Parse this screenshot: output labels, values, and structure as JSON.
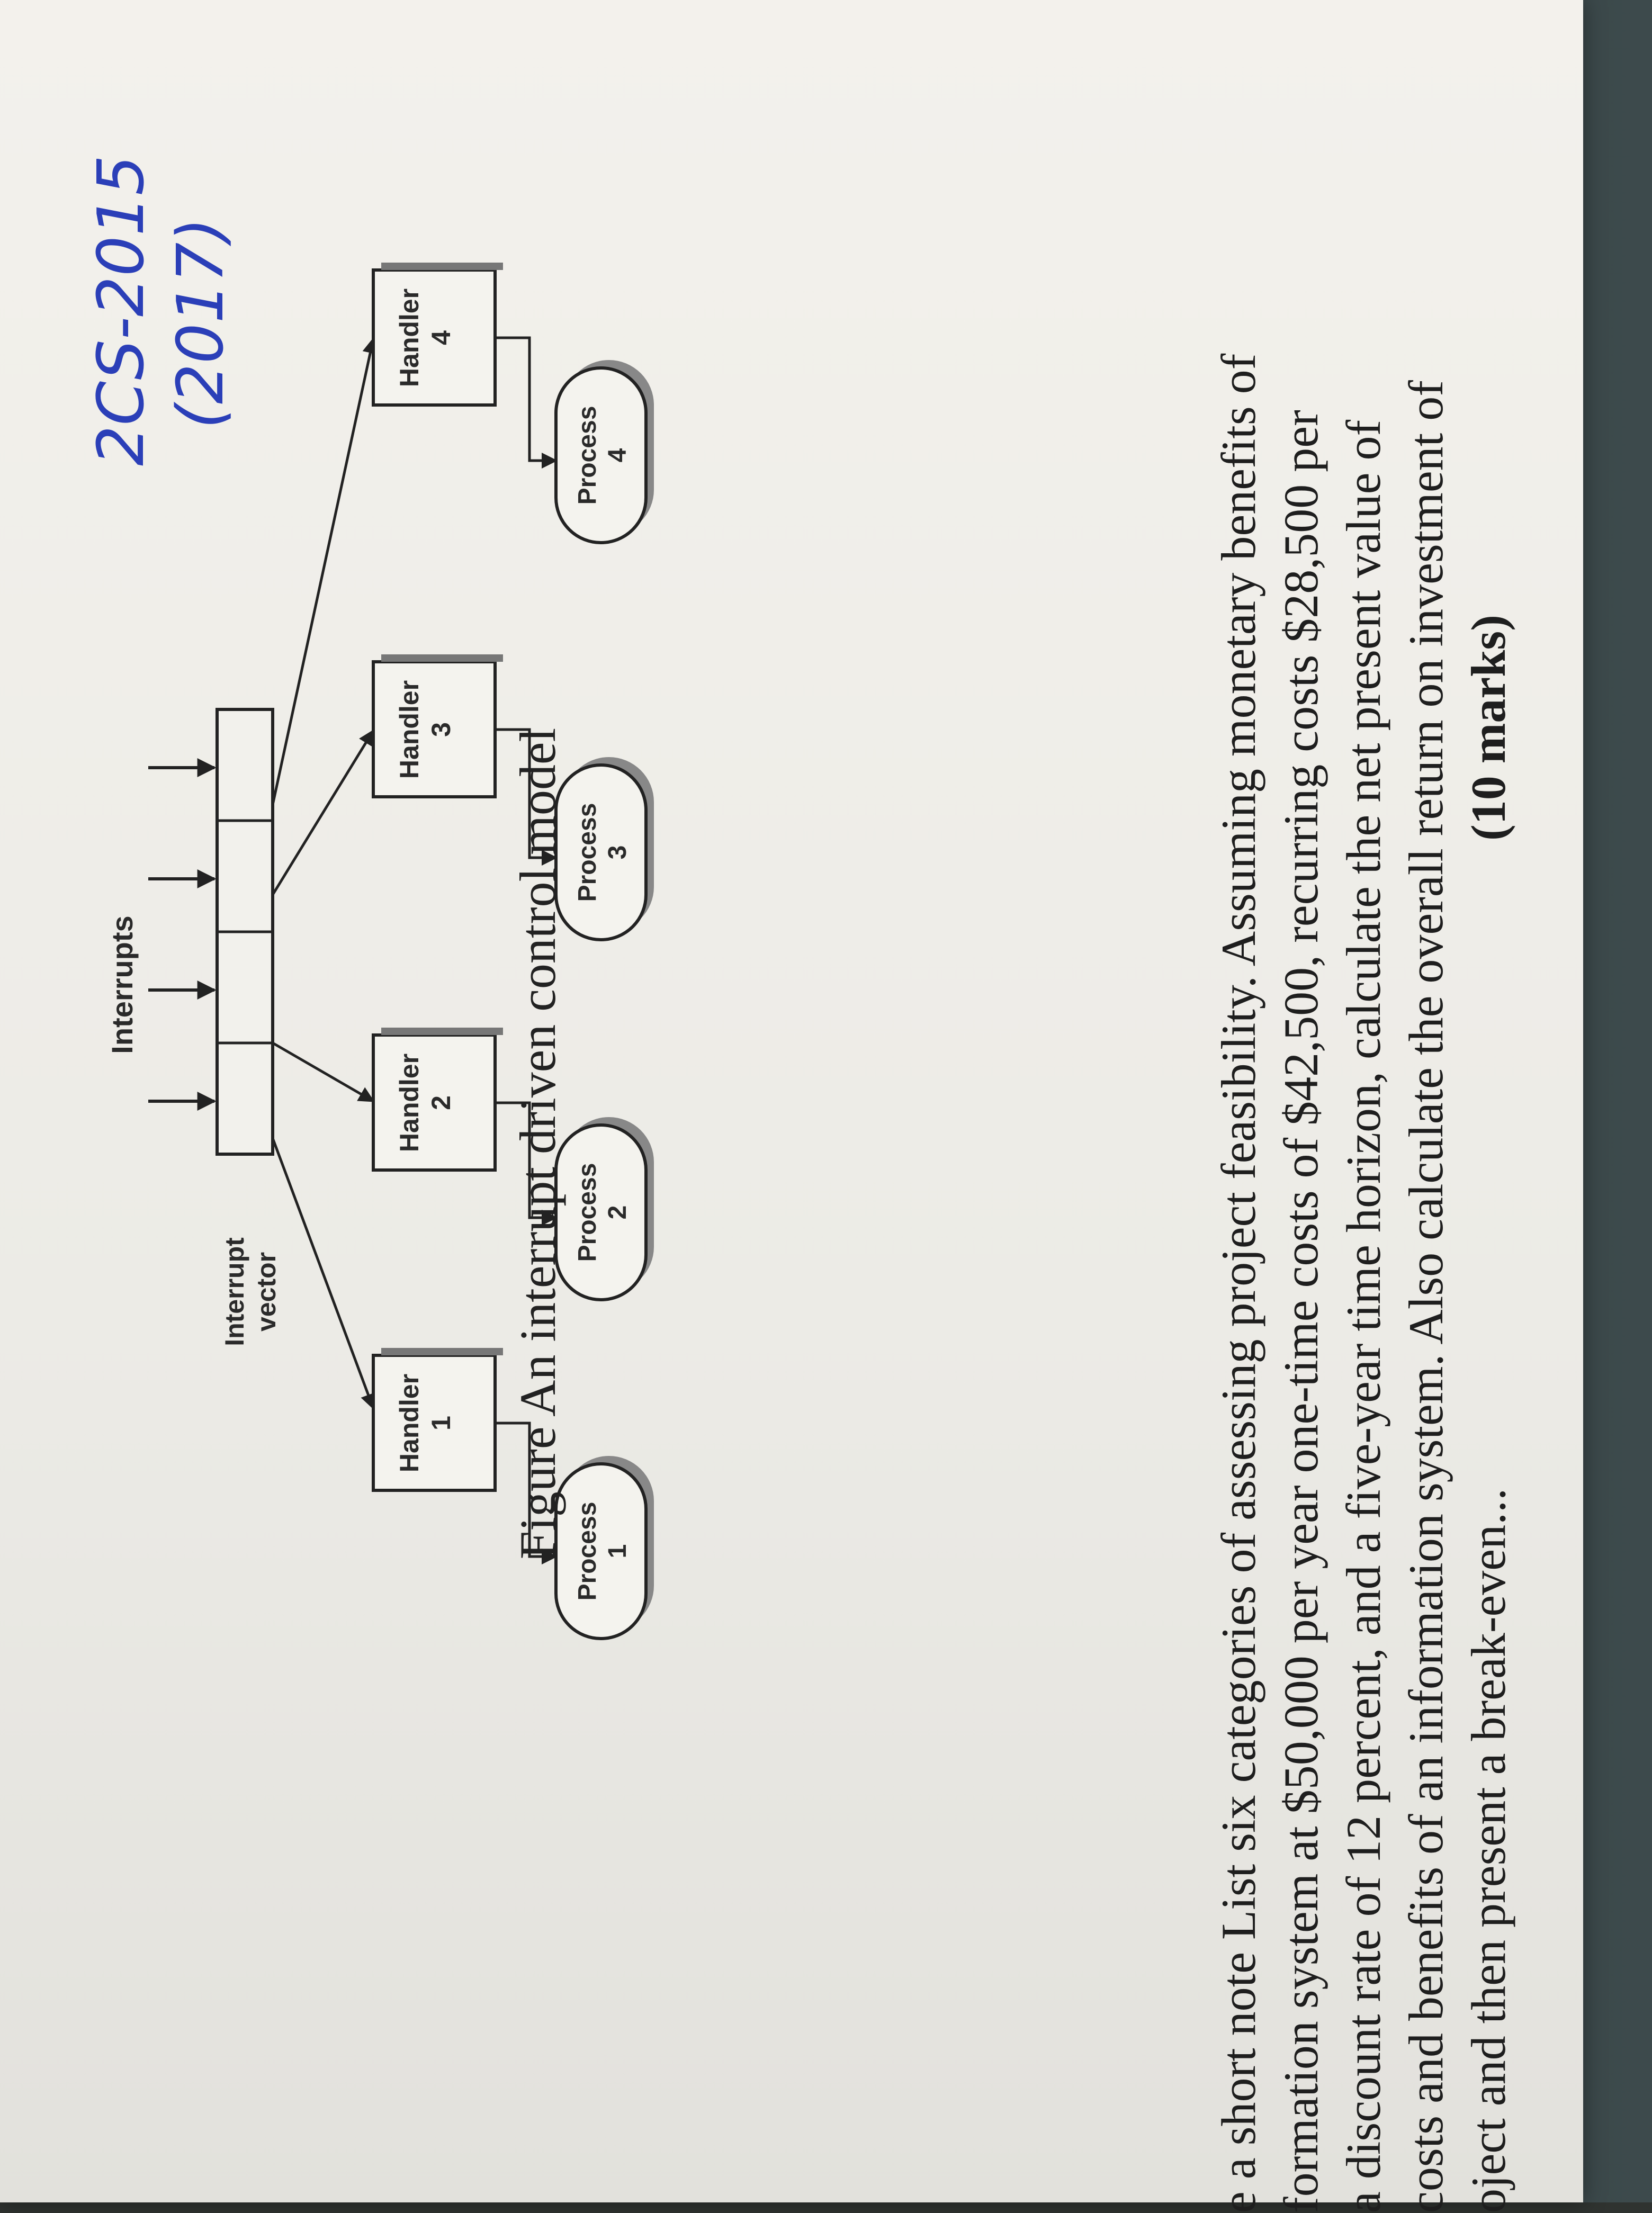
{
  "diagram": {
    "interrupts_label": "Interrupts",
    "vector_label_line1": "Interrupt",
    "vector_label_line2": "vector",
    "handlers": [
      {
        "line1": "Handler",
        "line2": "1"
      },
      {
        "line1": "Handler",
        "line2": "2"
      },
      {
        "line1": "Handler",
        "line2": "3"
      },
      {
        "line1": "Handler",
        "line2": "4"
      }
    ],
    "processes": [
      {
        "line1": "Process",
        "line2": "1"
      },
      {
        "line1": "Process",
        "line2": "2"
      },
      {
        "line1": "Process",
        "line2": "3"
      },
      {
        "line1": "Process",
        "line2": "4"
      }
    ]
  },
  "caption": "Figure An interrupt driven control model",
  "question": {
    "lines": [
      "e a short note List six categories of assessing project feasibility. Assuming monetary benefits of",
      "formation system at $50,000 per year one-time costs of $42,500, recurring costs $28,500 per",
      "a discount rate of 12 percent, and a five-year time horizon, calculate the net present value of",
      "costs and benefits of an information system. Also calculate the overall return on investment of",
      "oject and then present a break-even..."
    ],
    "marks": "(10 marks)"
  },
  "handwritten_note": {
    "line1": "2CS-2015",
    "line2": "(2017)"
  }
}
